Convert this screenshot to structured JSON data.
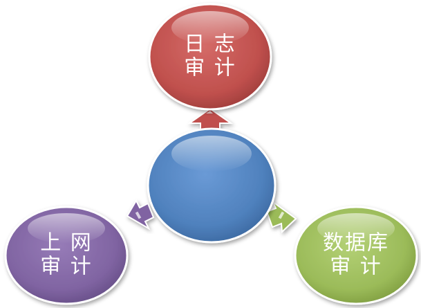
{
  "diagram": {
    "center": {
      "label": "",
      "fill": "#4f81bd"
    },
    "top": {
      "line1": "日 志",
      "line2": "审 计",
      "fill": "#c0504d"
    },
    "left": {
      "line1": "上 网",
      "line2": "审 计",
      "fill": "#8064a2"
    },
    "right": {
      "line1": "数据库",
      "line2": "审 计",
      "fill": "#9bbb59"
    },
    "colors": {
      "center": "#4f81bd",
      "top": "#c0504d",
      "left": "#8064a2",
      "right": "#9bbb59"
    }
  }
}
